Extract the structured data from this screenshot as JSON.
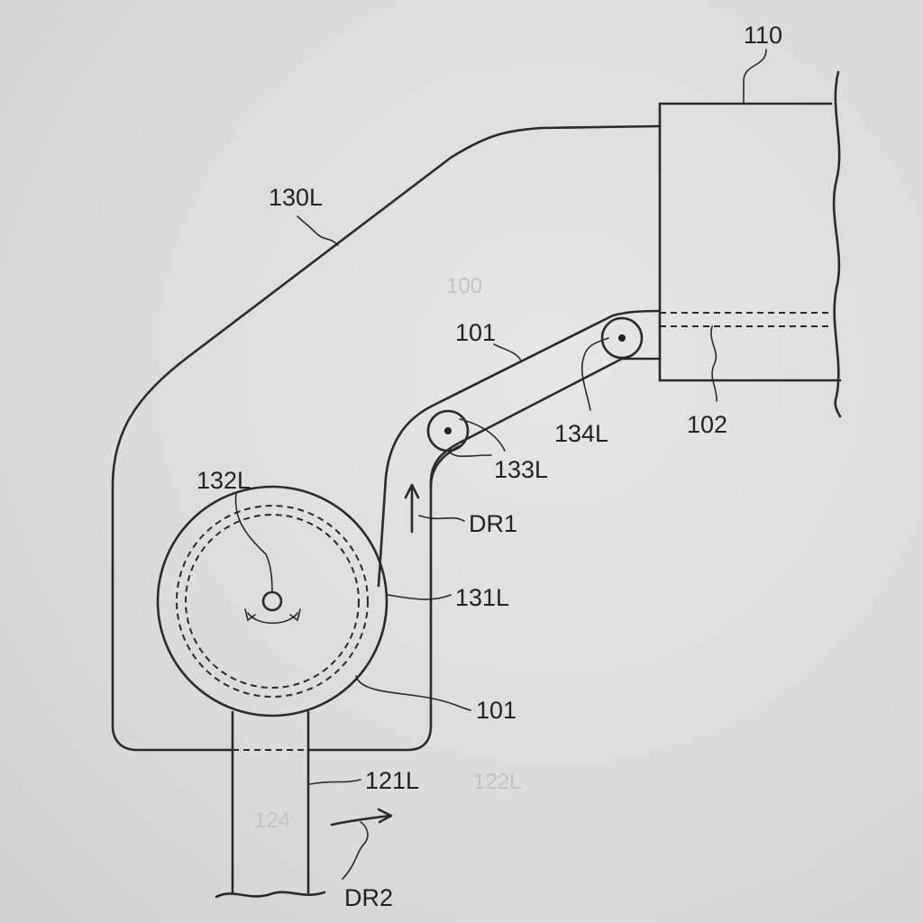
{
  "figure": {
    "labels": {
      "unit": "110",
      "housing": "130L",
      "belt_upper": "101",
      "belt_lower": "101",
      "path_102": "102",
      "roller_134": "134L",
      "roller_133": "133L",
      "shaft": "132L",
      "direction_1": "DR1",
      "drum": "131L",
      "post": "121L",
      "direction_2": "DR2"
    },
    "ghost_labels": [
      "100",
      "122L",
      "124"
    ]
  }
}
